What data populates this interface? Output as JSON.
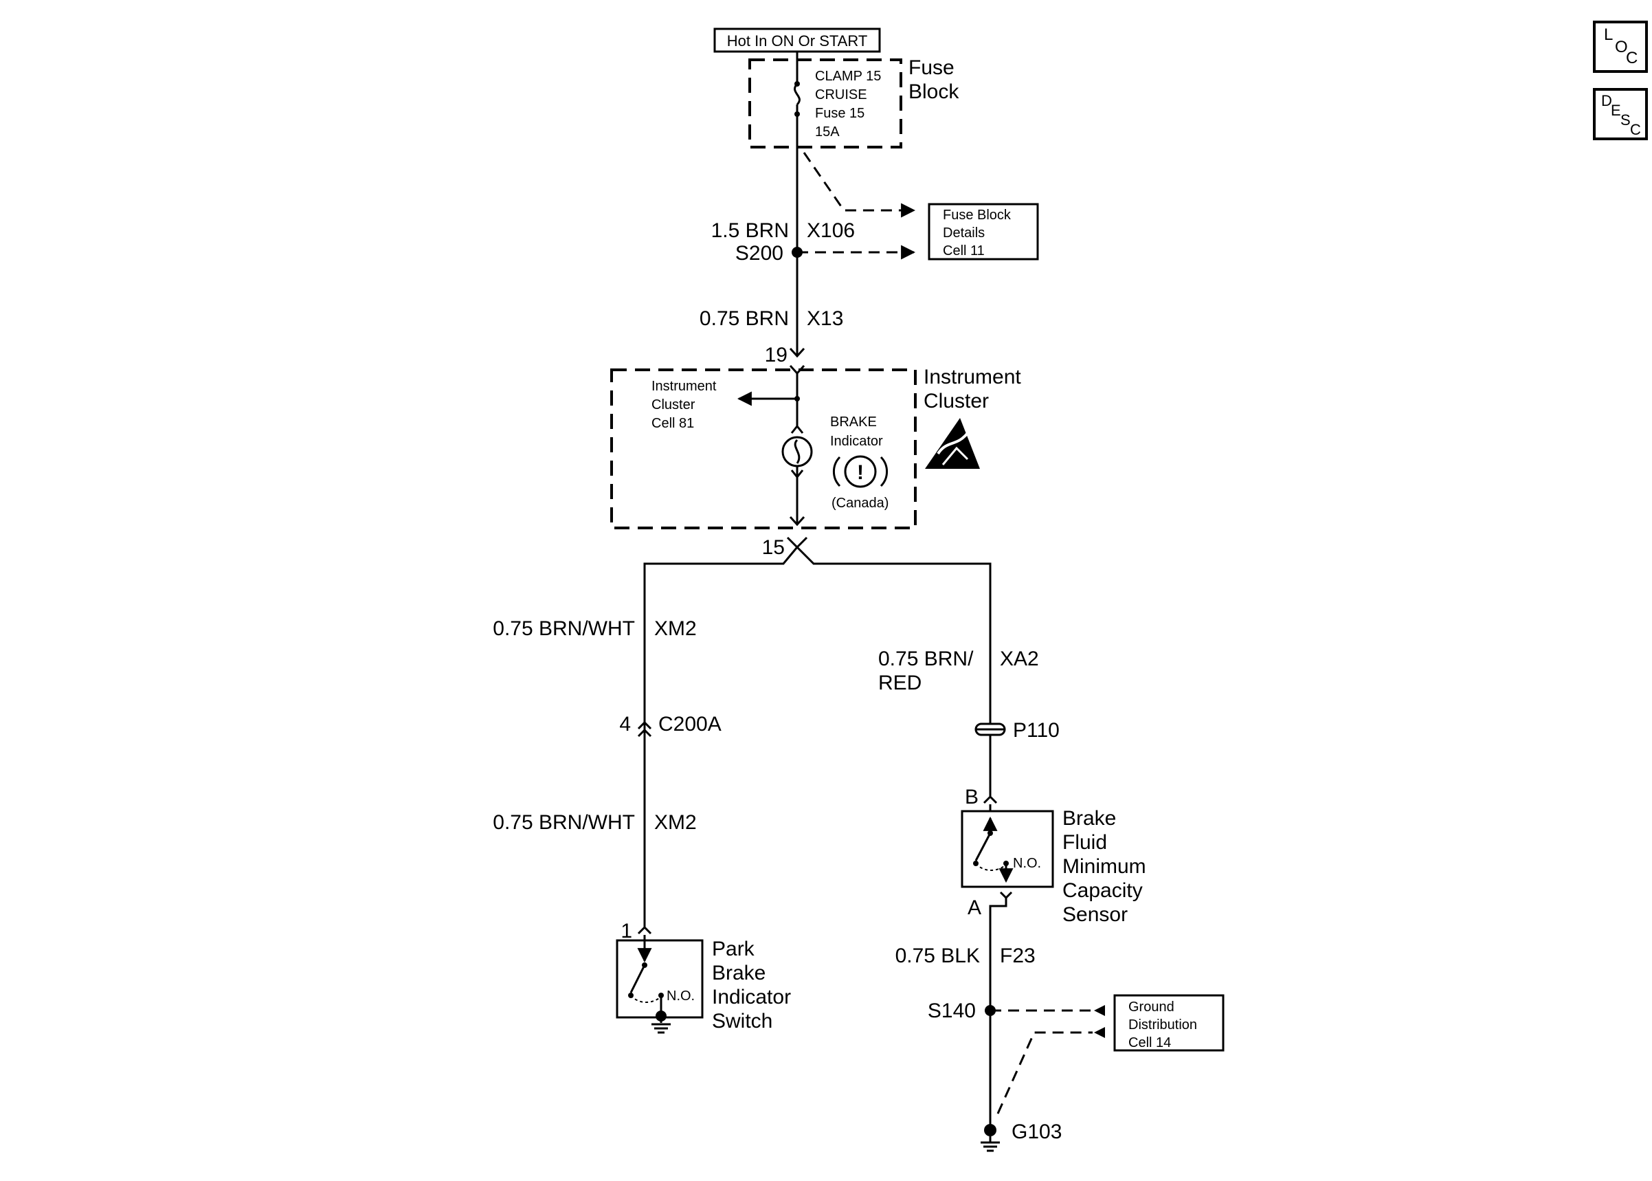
{
  "power": {
    "source_label": "Hot In ON Or START"
  },
  "fuse_block": {
    "title_line1": "Fuse",
    "title_line2": "Block",
    "fuse_line1": "CLAMP 15",
    "fuse_line2": "CRUISE",
    "fuse_line3": "Fuse 15",
    "fuse_line4": "15A"
  },
  "fuse_details_ref": {
    "line1": "Fuse Block",
    "line2": "Details",
    "line3": "Cell 11"
  },
  "wires": {
    "w1_gauge": "1.5 BRN",
    "w1_id": "X106",
    "splice_top": "S200",
    "w2_gauge": "0.75 BRN",
    "w2_id": "X13",
    "left_gauge_1": "0.75 BRN/WHT",
    "left_id_1": "XM2",
    "left_gauge_2": "0.75 BRN/WHT",
    "left_id_2": "XM2",
    "right_gauge_line1": "0.75 BRN/",
    "right_gauge_line2": "RED",
    "right_id": "XA2",
    "ground_gauge": "0.75 BLK",
    "ground_id": "F23",
    "splice_bottom": "S140"
  },
  "instrument_cluster": {
    "title_line1": "Instrument",
    "title_line2": "Cluster",
    "pin_in": "19",
    "pin_out": "15",
    "ref_line1": "Instrument",
    "ref_line2": "Cluster",
    "ref_line3": "Cell 81",
    "indicator_line1": "BRAKE",
    "indicator_line2": "Indicator",
    "indicator_note": "(Canada)"
  },
  "connectors": {
    "c200a_pin": "4",
    "c200a": "C200A",
    "p110": "P110"
  },
  "park_brake_switch": {
    "pin": "1",
    "line1": "Park",
    "line2": "Brake",
    "line3": "Indicator",
    "line4": "Switch",
    "contact": "N.O."
  },
  "brake_fluid_sensor": {
    "pin_top": "B",
    "pin_bottom": "A",
    "line1": "Brake",
    "line2": "Fluid",
    "line3": "Minimum",
    "line4": "Capacity",
    "line5": "Sensor",
    "contact": "N.O."
  },
  "ground_ref": {
    "line1": "Ground",
    "line2": "Distribution",
    "line3": "Cell 14"
  },
  "ground": {
    "id": "G103"
  },
  "side_buttons": {
    "loc": {
      "l": "L",
      "o": "O",
      "c": "C"
    },
    "desc": {
      "d": "D",
      "e": "E",
      "s": "S",
      "c": "C"
    }
  }
}
